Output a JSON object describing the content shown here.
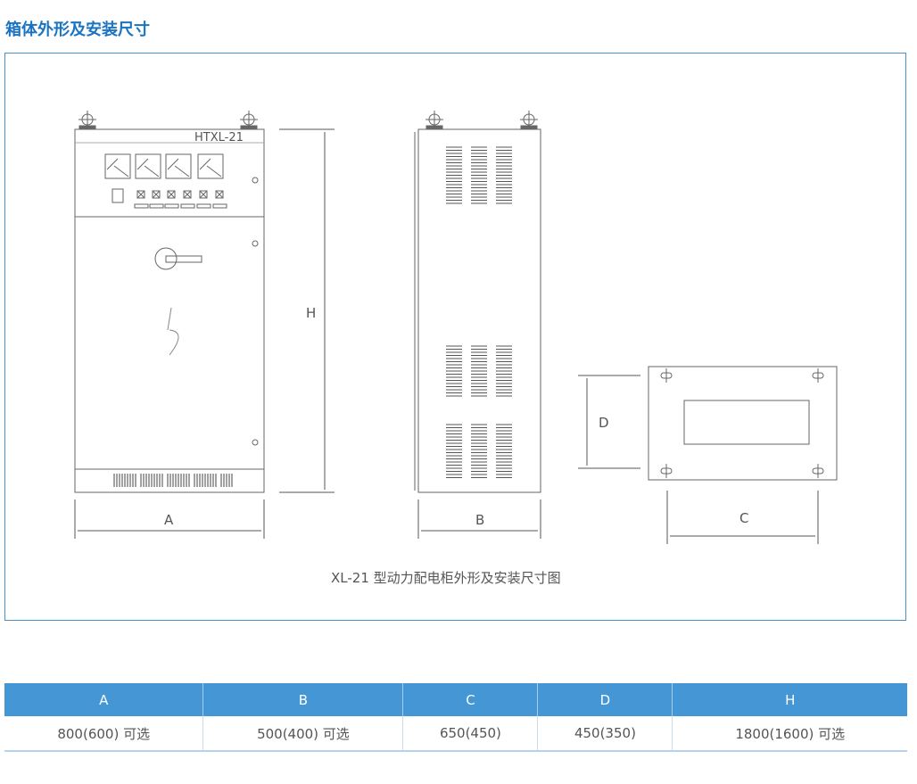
{
  "title": "箱体外形及安装尺寸",
  "diagram": {
    "model_label": "HTXL-21",
    "dim_h": "H",
    "dim_a": "A",
    "dim_b": "B",
    "dim_c": "C",
    "dim_d": "D",
    "caption": "XL-21 型动力配电柜外形及安装尺寸图"
  },
  "table": {
    "headers": [
      "A",
      "B",
      "C",
      "D",
      "H"
    ],
    "row": [
      "800(600) 可选",
      "500(400) 可选",
      "650(450)",
      "450(350)",
      "1800(1600) 可选"
    ]
  },
  "colors": {
    "accent": "#1a74c2",
    "header_bg": "#4596d4"
  }
}
